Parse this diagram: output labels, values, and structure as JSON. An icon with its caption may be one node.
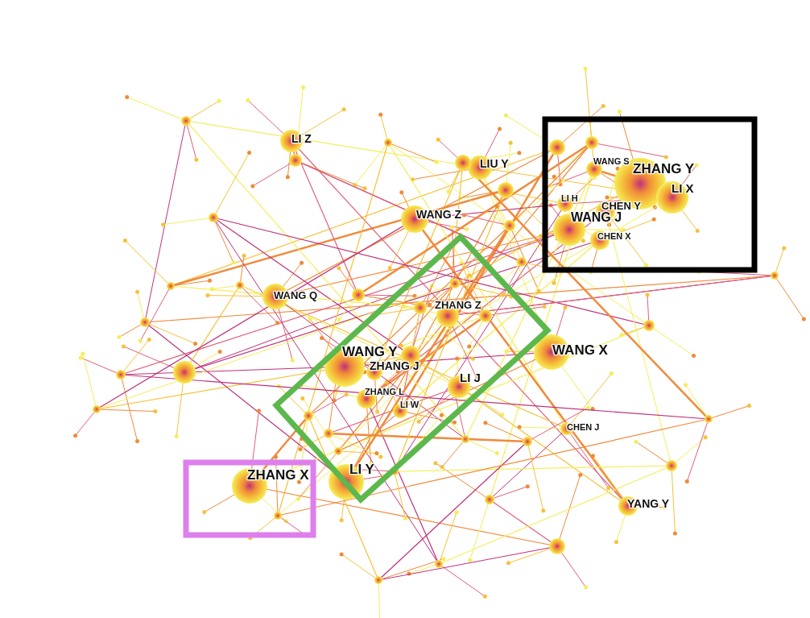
{
  "diagram": {
    "nodes": [
      {
        "text": [
          "WANG S",
          "ZHANG Y",
          "LI X",
          "LI H",
          "CHEN Y",
          "WANG J",
          "CHEN X"
        ]
      },
      {
        "text": [
          "ZHANG Z",
          "WANG Y",
          "ZHANG J",
          "LI J",
          "ZHANG L",
          "LI W",
          "LI Y"
        ]
      },
      {
        "text": [
          "ZHANG X"
        ]
      }
    ],
    "labels": [
      "LI Z",
      "LIU Y",
      "WANG Z",
      "WANG Q",
      "WANG X",
      "CHEN J",
      "YANG Y"
    ]
  }
}
